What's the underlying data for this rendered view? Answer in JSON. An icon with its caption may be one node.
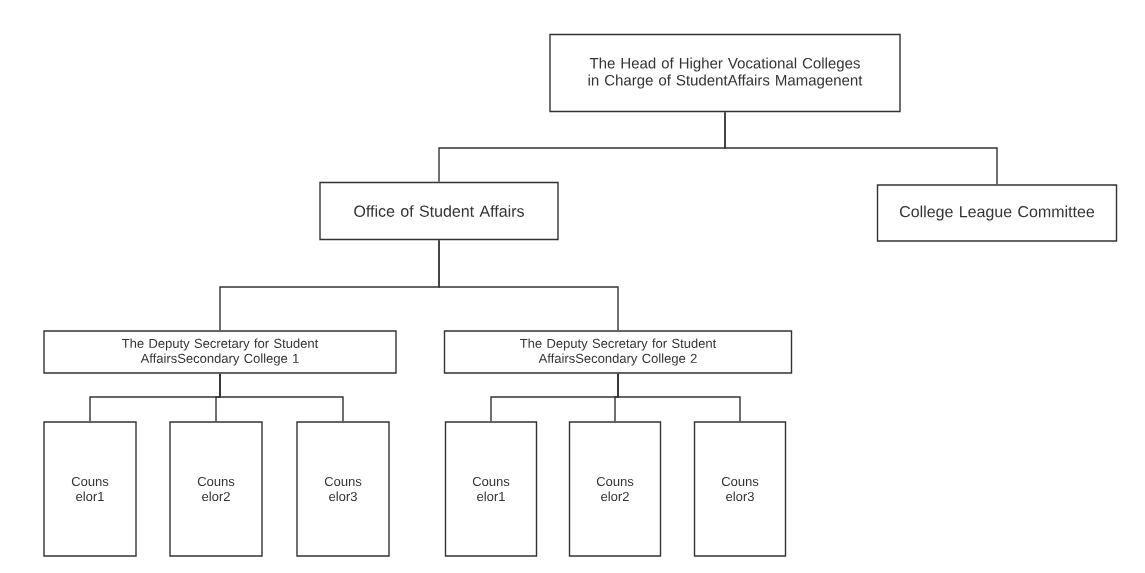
{
  "diagram": {
    "nodes": [
      {
        "text": [
          "The Head of Higher Vocational Colleges in Charge of StudentAffairs Mamagenent"
        ]
      },
      {
        "text": [
          "Office of Student Affairs"
        ]
      },
      {
        "text": [
          "College League Committee"
        ]
      },
      {
        "text": [
          "The Deputy Secretary for Student AffairsSecondary College 1"
        ]
      },
      {
        "text": [
          "The Deputy Secretary for Student AffairsSecondary College 2"
        ]
      },
      {
        "text": [
          "Couns elor1"
        ]
      },
      {
        "text": [
          "Couns elor2"
        ]
      },
      {
        "text": [
          "Couns elor3"
        ]
      },
      {
        "text": [
          "Couns elor1"
        ]
      },
      {
        "text": [
          "Couns elor2"
        ]
      },
      {
        "text": [
          "Couns elor3"
        ]
      }
    ],
    "edges": [
      {
        "from": 0,
        "to": 1,
        "arrow": "none"
      },
      {
        "from": 0,
        "to": 2,
        "arrow": "none"
      },
      {
        "from": 1,
        "to": 3,
        "arrow": "none"
      },
      {
        "from": 1,
        "to": 4,
        "arrow": "none"
      },
      {
        "from": 3,
        "to": 5,
        "arrow": "none"
      },
      {
        "from": 3,
        "to": 6,
        "arrow": "none"
      },
      {
        "from": 3,
        "to": 7,
        "arrow": "none"
      },
      {
        "from": 4,
        "to": 8,
        "arrow": "none"
      },
      {
        "from": 4,
        "to": 9,
        "arrow": "none"
      },
      {
        "from": 4,
        "to": 10,
        "arrow": "none"
      }
    ]
  }
}
